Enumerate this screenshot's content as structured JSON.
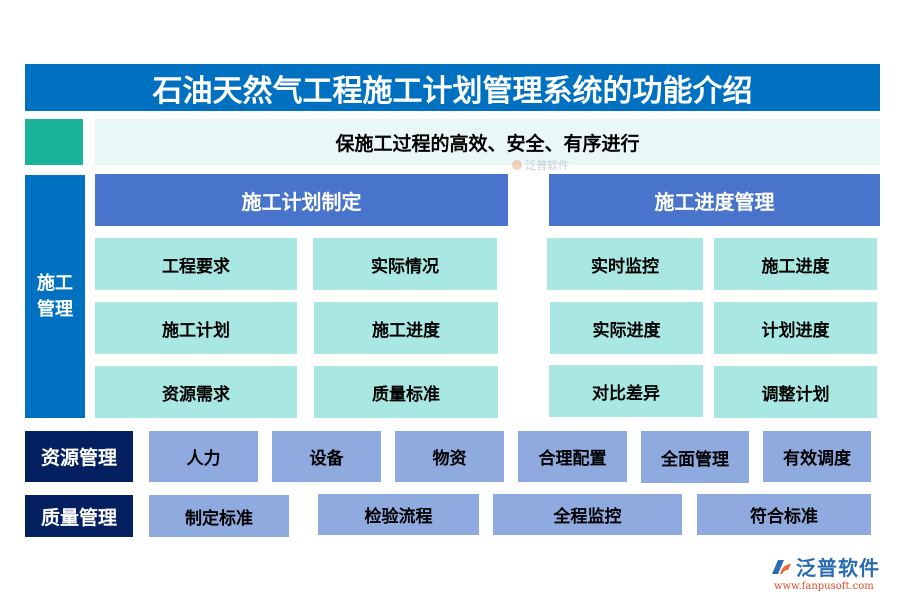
{
  "title": "石油天然气工程施工计划管理系统的功能介绍",
  "goal": "保施工过程的高效、安全、有序进行",
  "construction": {
    "label_line1": "施工",
    "label_line2": "管理",
    "plan": {
      "header": "施工计划制定",
      "items": [
        "工程要求",
        "实际情况",
        "施工计划",
        "施工进度",
        "资源需求",
        "质量标准"
      ]
    },
    "progress": {
      "header": "施工进度管理",
      "items": [
        "实时监控",
        "施工进度",
        "实际进度",
        "计划进度",
        "对比差异",
        "调整计划"
      ]
    }
  },
  "resource": {
    "label": "资源管理",
    "items": [
      "人力",
      "设备",
      "物资",
      "合理配置",
      "全面管理",
      "有效调度"
    ]
  },
  "quality": {
    "label": "质量管理",
    "items": [
      "制定标准",
      "检验流程",
      "全程监控",
      "符合标准"
    ]
  },
  "watermark": "泛普软件",
  "logo": {
    "name": "泛普软件",
    "url": "www.fanpusoft.com"
  },
  "colors": {
    "title_bg": "#0070c0",
    "accent_teal": "#1bb29a",
    "goal_bg": "#e9f7f6",
    "header_bg": "#4874cb",
    "cell_bg": "#a9e8e2",
    "label_dark": "#042060",
    "row_box": "#8faadf"
  }
}
